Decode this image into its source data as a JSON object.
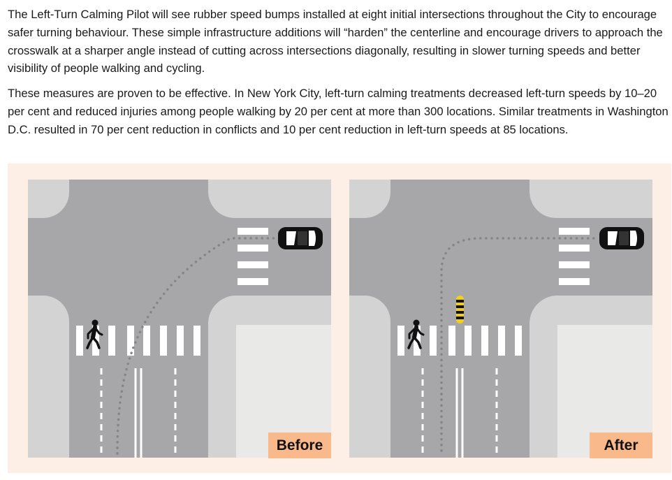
{
  "article": {
    "paragraph_1": "The Left-Turn Calming Pilot will see rubber speed bumps installed at eight initial intersections throughout the City to encourage safer turning behaviour. These simple infrastructure additions will “harden” the centerline and encourage drivers to approach the crosswalk at a sharper angle instead of cutting across intersections diagonally, resulting in slower turning speeds and better visibility of people walking and cycling.",
    "paragraph_2": "These measures are proven to be effective. In New York City, left-turn calming treatments decreased left-turn speeds by 10–20 per cent and reduced injuries among people walking by 20 per cent at more than 300 locations. Similar treatments in Washington D.C. resulted in 70 per cent reduction in conflicts and 10 per cent reduction in left-turn speeds at 85 locations."
  },
  "figure": {
    "before_label": "Before",
    "after_label": "After",
    "colors": {
      "panel_background": "#fdeee6",
      "road": "#a7a7a9",
      "corner_sidewalk": "#d3d3d4",
      "building_block": "#e9e9e8",
      "markings": "#ffffff",
      "path_dots": "#858585",
      "speed_bump": "#f2d016",
      "label_background": "#f9b98a"
    },
    "icons": [
      "pedestrian-icon",
      "car-icon",
      "speed-bump-icon"
    ]
  }
}
